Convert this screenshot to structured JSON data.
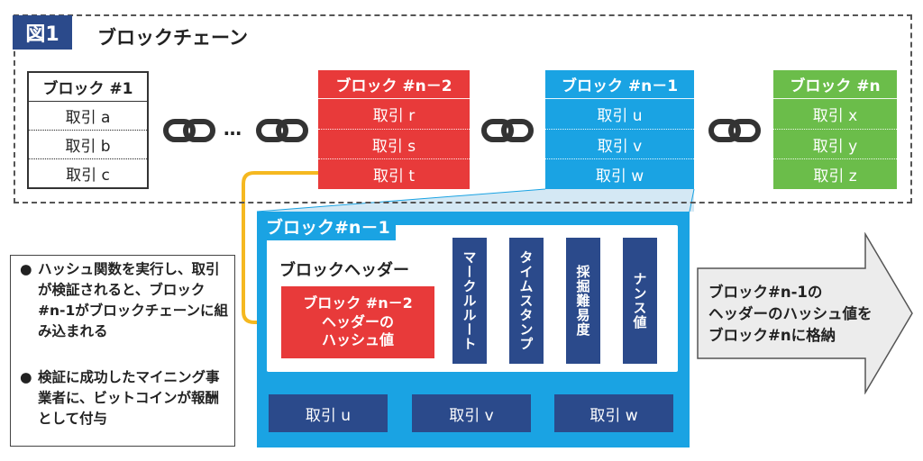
{
  "figure_label": "図1",
  "title": "ブロックチェーン",
  "chain_separator": "…",
  "blocks": [
    {
      "name": "ブロック #1",
      "transactions": [
        "取引 a",
        "取引 b",
        "取引 c"
      ],
      "color": "#ffffff"
    },
    {
      "name": "ブロック #n－2",
      "transactions": [
        "取引 r",
        "取引 s",
        "取引 t"
      ],
      "color": "#e83a3a"
    },
    {
      "name": "ブロック #n－1",
      "transactions": [
        "取引 u",
        "取引 v",
        "取引 w"
      ],
      "color": "#1aa3e3"
    },
    {
      "name": "ブロック #n",
      "transactions": [
        "取引 x",
        "取引 y",
        "取引 z"
      ],
      "color": "#6bbd4a"
    }
  ],
  "detail": {
    "title": "ブロック#n－1",
    "header_title": "ブロックヘッダー",
    "prev_hash": [
      "ブロック #n－2",
      "ヘッダーの",
      "ハッシュ値"
    ],
    "header_fields": [
      "マークルルート",
      "タイムスタンプ",
      "採掘難易度",
      "ナンス値"
    ],
    "transactions": [
      "取引 u",
      "取引 v",
      "取引 w"
    ]
  },
  "notes": [
    {
      "bullet": "●",
      "text": "ハッシュ関数を実行し、取引が検証されると、ブロック#n-1がブロックチェーンに組み込まれる"
    },
    {
      "bullet": "●",
      "text": "検証に成功したマイニング事業者に、ビットコインが報酬として付与"
    }
  ],
  "arrow_text": [
    "ブロック#n-1の",
    "ヘッダーのハッシュ値を",
    "ブロック#nに格納"
  ],
  "colors": {
    "navy": "#2b4a8b",
    "red": "#e83a3a",
    "blue": "#1aa3e3",
    "green": "#6bbd4a",
    "yellow": "#f5b820",
    "arrow_fill": "#ececec"
  }
}
